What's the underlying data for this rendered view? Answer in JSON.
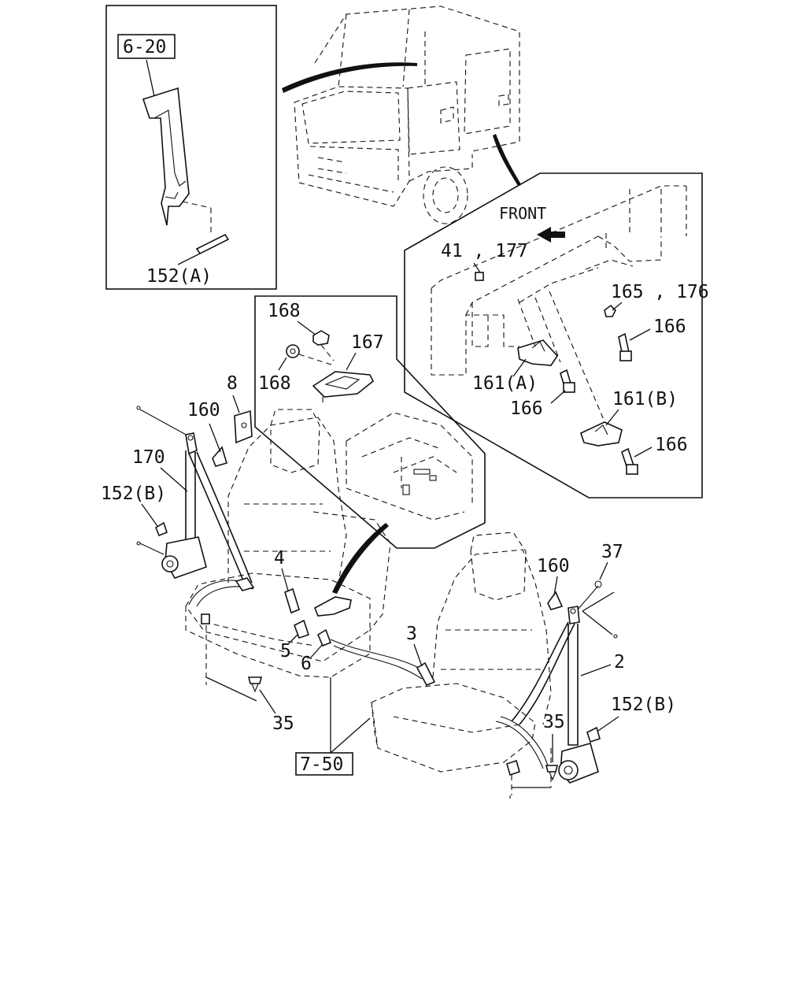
{
  "labels": {
    "ref_6_20": "6-20",
    "part_152a": "152(A)",
    "front": "FRONT",
    "part_41_177": "41 , 177",
    "part_165_176": "165 , 176",
    "part_166_a": "166",
    "part_161a": "161(A)",
    "part_166_b": "166",
    "part_161b": "161(B)",
    "part_166_c": "166",
    "part_168_top": "168",
    "part_167": "167",
    "part_168_left": "168",
    "part_8": "8",
    "part_160_left": "160",
    "part_170": "170",
    "part_152b_left": "152(B)",
    "part_4": "4",
    "part_5": "5",
    "part_6": "6",
    "part_3": "3",
    "part_35_left": "35",
    "ref_7_50": "7-50",
    "part_37": "37",
    "part_160_right": "160",
    "part_2": "2",
    "part_152b_right": "152(B)",
    "part_35_right": "35"
  }
}
